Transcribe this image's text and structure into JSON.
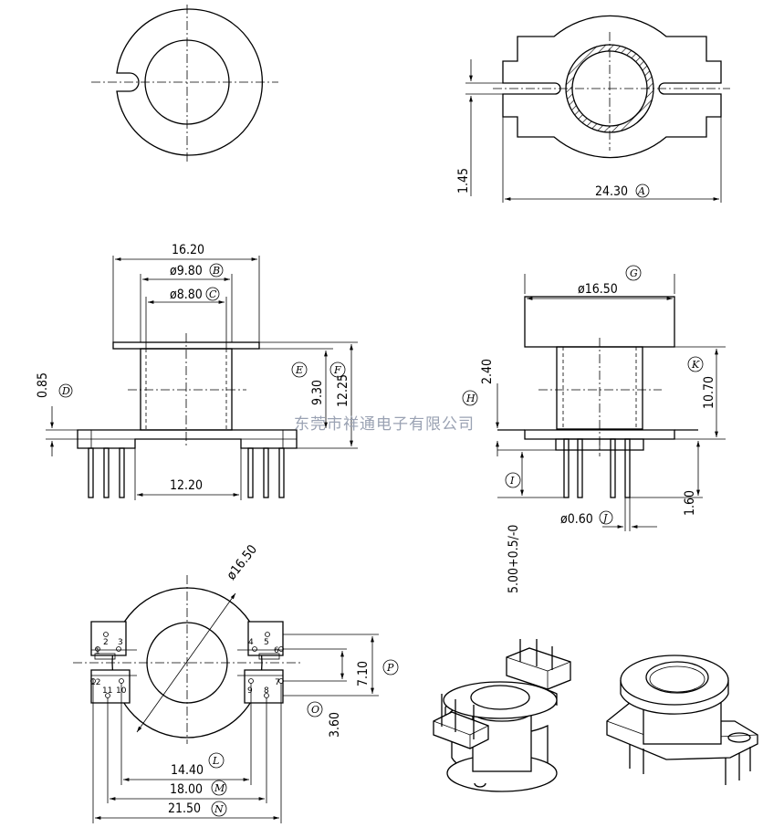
{
  "watermark": "东莞市祥通电子有限公司",
  "dims": {
    "a": "24.30",
    "slot": "1.45",
    "w1620": "16.20",
    "b": "ø9.80",
    "c": "ø8.80",
    "d": "0.85",
    "e": "9.30",
    "f": "12.25",
    "w1220": "12.20",
    "g": "ø16.50",
    "h": "2.40",
    "k": "10.70",
    "j": "ø0.60",
    "pin": "1.60",
    "i": "5.00+0.5/-0",
    "diag": "ø16.50",
    "p": "7.10",
    "o": "3.60",
    "l": "14.40",
    "m": "18.00",
    "n": "21.50"
  },
  "letters": {
    "a": "A",
    "b": "B",
    "c": "C",
    "d": "D",
    "e": "E",
    "f": "F",
    "g": "G",
    "h": "H",
    "i": "I",
    "j": "J",
    "k": "K",
    "l": "L",
    "m": "M",
    "n": "N",
    "o": "O",
    "p": "P"
  },
  "pins": [
    "1",
    "2",
    "3",
    "4",
    "5",
    "6",
    "7",
    "8",
    "9",
    "10",
    "11",
    "12"
  ]
}
